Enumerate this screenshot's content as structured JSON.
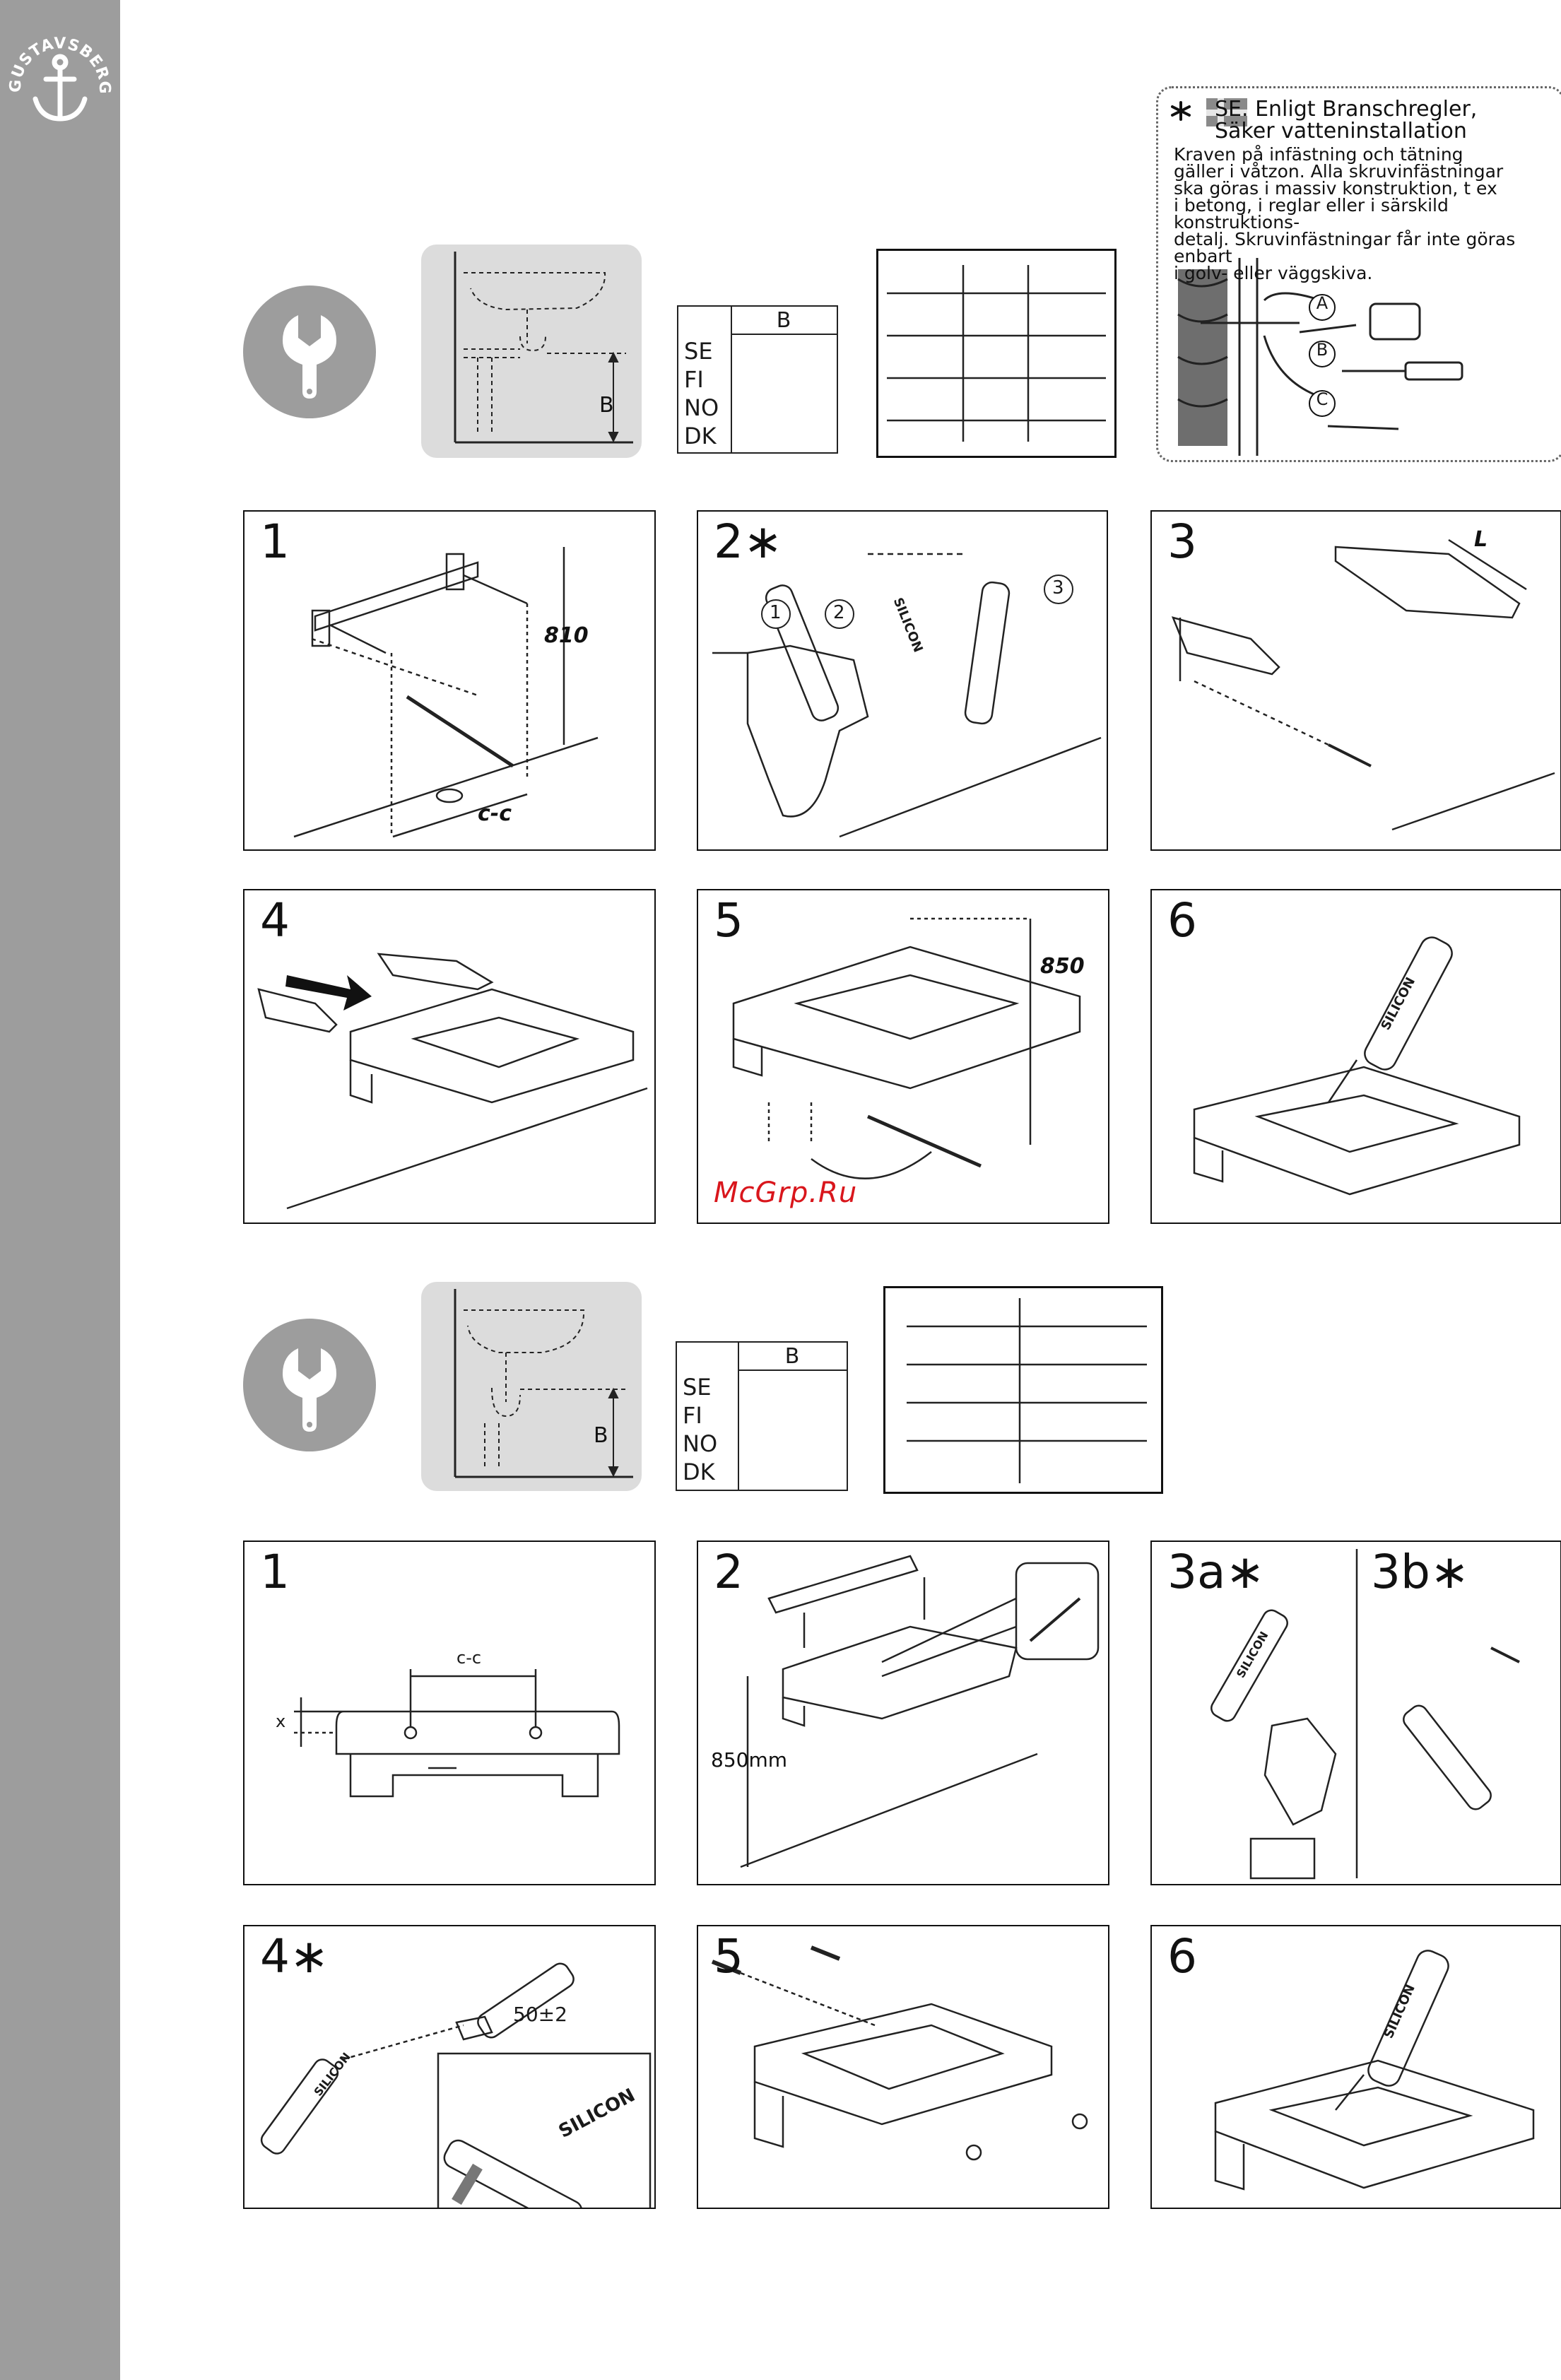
{
  "brand": {
    "name": "GUSTAVSBERG"
  },
  "colors": {
    "sidebar": "#9d9d9d",
    "panel": "#dcdcdc",
    "watermark": "#d9161c"
  },
  "section1": {
    "wrench_icon": "wrench-icon",
    "height_label": "B",
    "table": {
      "header": "B",
      "rows": [
        "SE",
        "FI",
        "NO",
        "DK"
      ]
    },
    "note": {
      "title_line1": "SE. Enligt Branschregler,",
      "title_line2": "Säker vatteninstallation",
      "body": [
        "Kraven på infästning och tätning",
        "gäller i våtzon. Alla skruvinfästningar",
        "ska göras i massiv konstruktion, t ex",
        "i betong, i reglar eller i särskild konstruktions-",
        "detalj. Skruvinfästningar får inte göras enbart",
        "i golv- eller väggskiva."
      ],
      "markers": [
        "A",
        "B",
        "C"
      ]
    },
    "steps": [
      {
        "num": "1",
        "labels": {
          "height": "810",
          "width": "c-c"
        }
      },
      {
        "num": "2∗",
        "callouts": [
          "1",
          "2",
          "3"
        ],
        "tube": "SILICON"
      },
      {
        "num": "3",
        "labels": {
          "length": "L"
        }
      },
      {
        "num": "4"
      },
      {
        "num": "5",
        "labels": {
          "height": "850"
        }
      },
      {
        "num": "6",
        "tube": "SILICON"
      }
    ]
  },
  "section2": {
    "height_label": "B",
    "table": {
      "header": "B",
      "rows": [
        "SE",
        "FI",
        "NO",
        "DK"
      ]
    },
    "steps": [
      {
        "num": "1",
        "labels": {
          "width": "c-c",
          "x": "x"
        }
      },
      {
        "num": "2",
        "labels": {
          "height": "850mm"
        }
      },
      {
        "num": "3a∗",
        "num_b": "3b∗",
        "tube": "SILICON"
      },
      {
        "num": "4∗",
        "labels": {
          "gap": "50±2"
        },
        "tube": "SILICON"
      },
      {
        "num": "5"
      },
      {
        "num": "6",
        "tube": "SILICON"
      }
    ]
  },
  "watermark": "McGrp.Ru"
}
